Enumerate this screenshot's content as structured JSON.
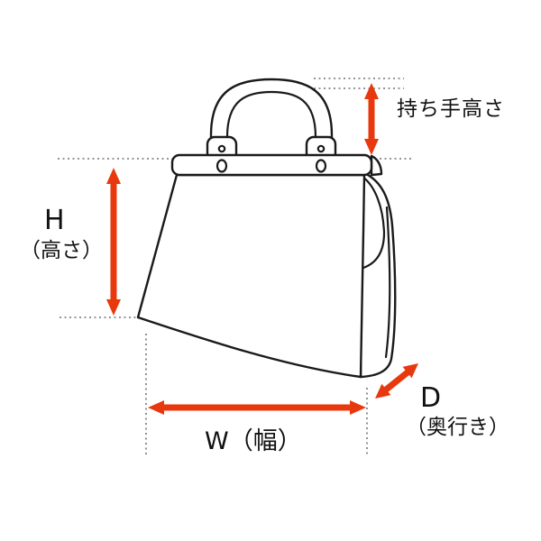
{
  "colors": {
    "accent": "#e8380d",
    "line": "#1a1a1a",
    "guide": "#555555",
    "background": "#ffffff"
  },
  "diagram": {
    "illustration_name": "handbag-line-drawing",
    "labels": {
      "handle_height": "持ち手高さ",
      "height_symbol": "H",
      "height_name": "（高さ）",
      "width": "W（幅）",
      "depth_symbol": "D",
      "depth_name": "（奥行き）"
    }
  }
}
